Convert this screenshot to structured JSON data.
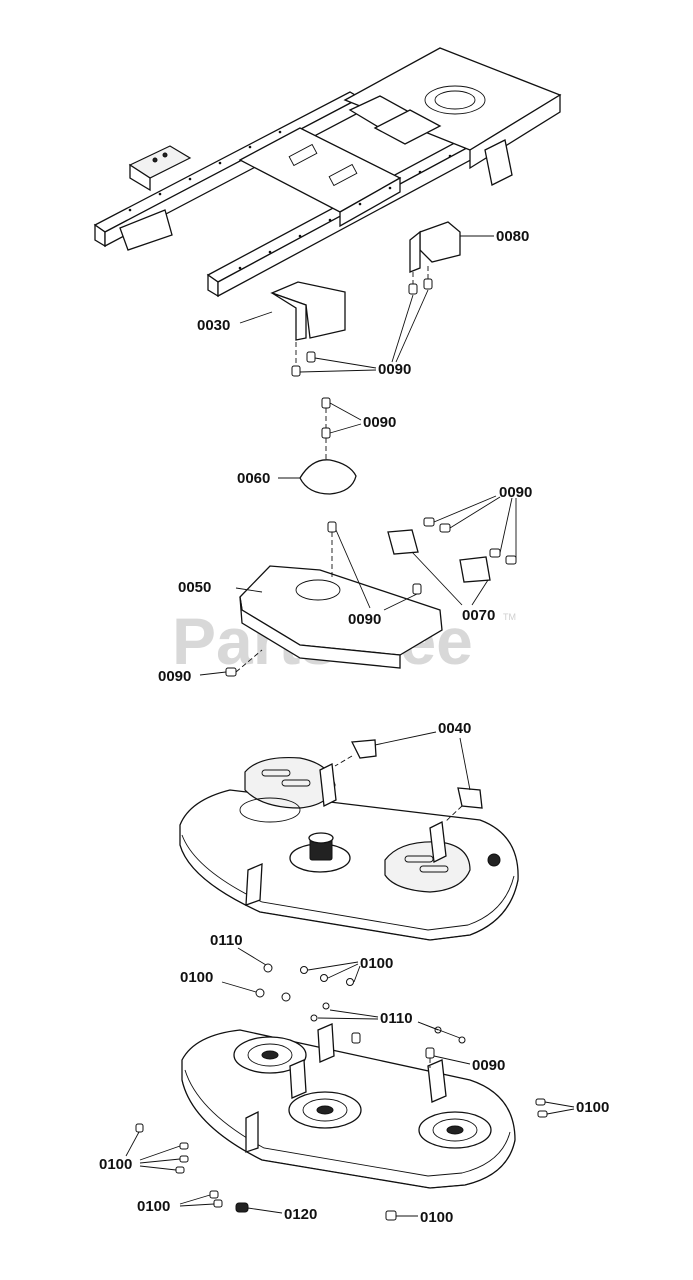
{
  "watermark": {
    "text": "PartsTree",
    "trademark": "TM"
  },
  "labels": {
    "l0080": "0080",
    "l0030": "0030",
    "l0090_a": "0090",
    "l0090_b": "0090",
    "l0060": "0060",
    "l0090_c": "0090",
    "l0050": "0050",
    "l0090_d": "0090",
    "l0070": "0070",
    "l0090_e": "0090",
    "l0040": "0040",
    "l0110_a": "0110",
    "l0100_a": "0100",
    "l0100_b": "0100",
    "l0110_b": "0110",
    "l0090_f": "0090",
    "l0100_c": "0100",
    "l0100_d": "0100",
    "l0100_e": "0100",
    "l0120": "0120",
    "l0100_f": "0100"
  }
}
